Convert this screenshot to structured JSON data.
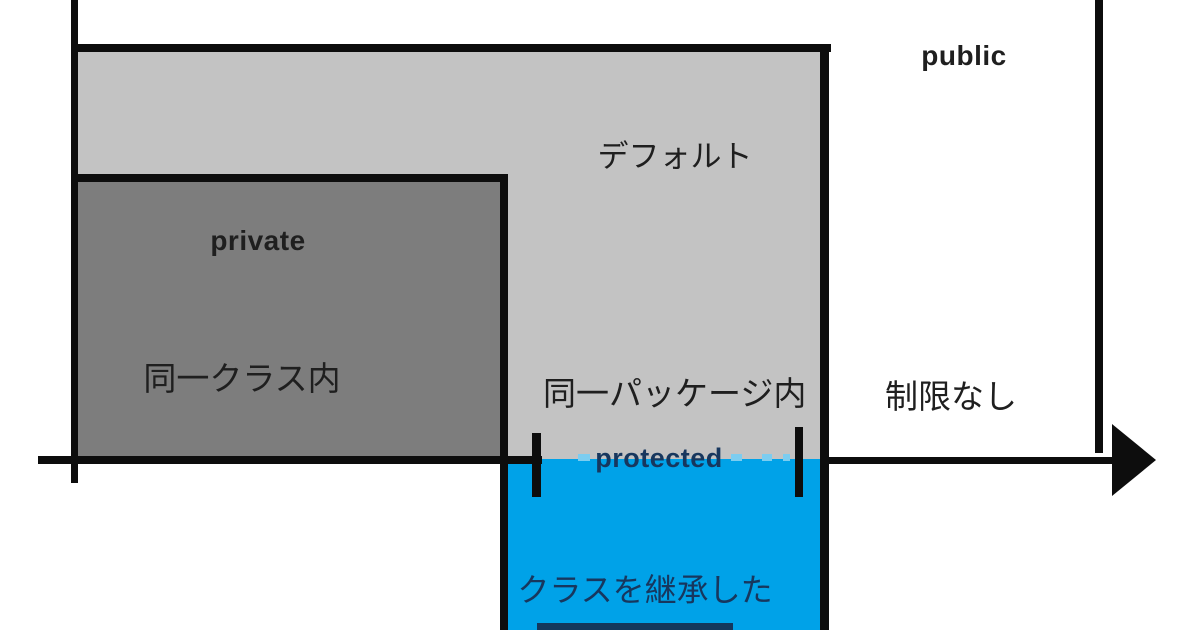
{
  "diagram": {
    "description_type": "nested-scope-diagram",
    "regions": {
      "public": {
        "label": "public",
        "scope": "制限なし"
      },
      "default": {
        "label": "デフォルト",
        "scope": "同一パッケージ内"
      },
      "private": {
        "label": "private",
        "scope": "同一クラス内"
      },
      "protected": {
        "label": "protected",
        "scope": "クラスを継承した"
      }
    }
  },
  "colors": {
    "background": "#ffffff",
    "stroke": "#0d0d0d",
    "default_fill": "#c3c3c3",
    "private_fill": "#7d7d7d",
    "protected_fill": "#00a2e8",
    "protected_edge_dash": "#7ccdf0",
    "label_dark": "#1f1f1f",
    "label_navy": "#17375e",
    "cutoff_text": "#14375c"
  }
}
